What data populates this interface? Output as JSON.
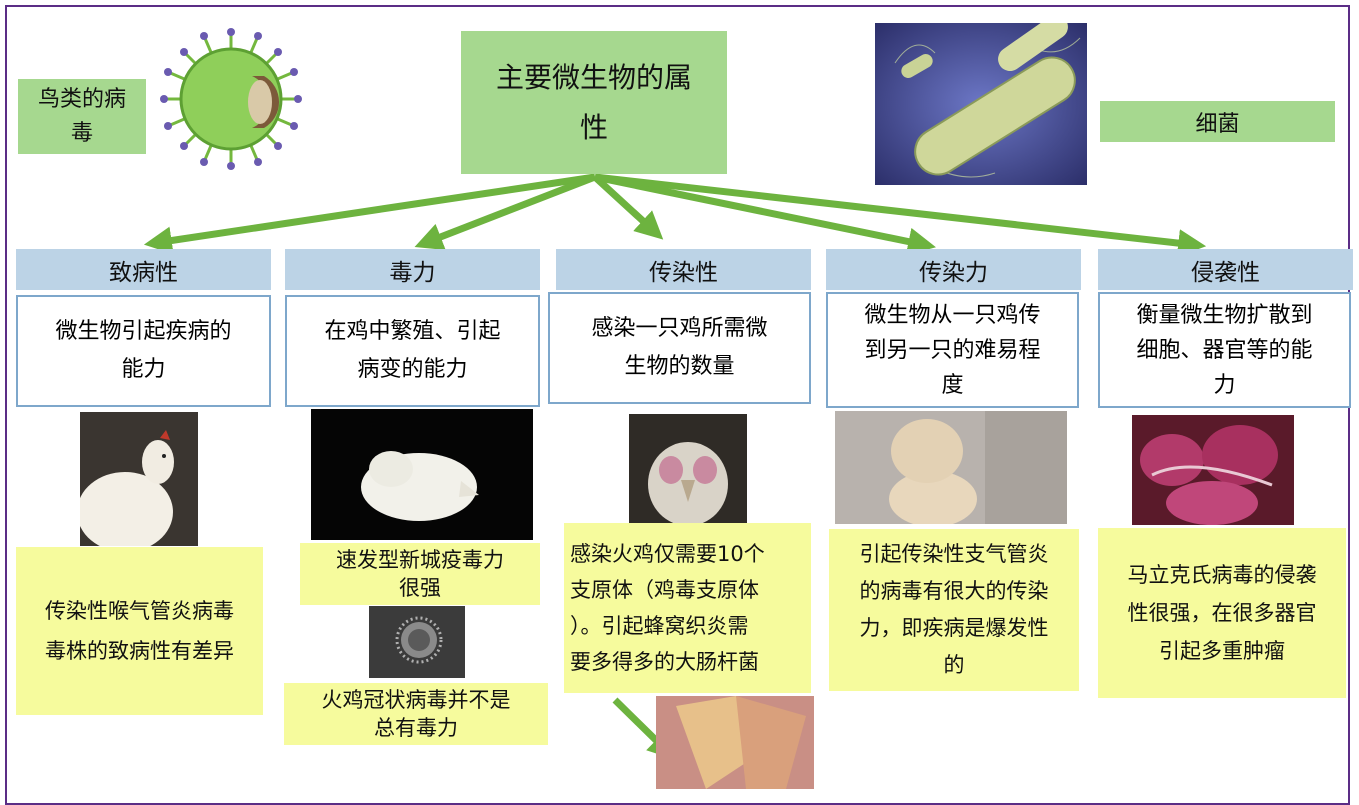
{
  "title": "主要微生物的属\n性",
  "virus_label": "鸟类的病\n毒",
  "bacteria_label": "细菌",
  "columns": [
    {
      "head": "致病性",
      "desc": "微生物引起疾病的\n能力"
    },
    {
      "head": "毒力",
      "desc": "在鸡中繁殖、引起\n病变的能力"
    },
    {
      "head": "传染性",
      "desc": "感染一只鸡所需微\n生物的数量"
    },
    {
      "head": "传染力",
      "desc": "微生物从一只鸡传\n到另一只的难易程\n度"
    },
    {
      "head": "侵袭性",
      "desc": "衡量微生物扩散到\n细胞、器官等的能\n力"
    }
  ],
  "notes": {
    "col1": "传染性喉气管炎病毒\n毒株的致病性有差异",
    "col2a": "速发型新城疫毒力\n很强",
    "col2b": "火鸡冠状病毒并不是\n总有毒力",
    "col3": "感染火鸡仅需要10个\n支原体（鸡毒支原体\n）。引起蜂窝织炎需\n要多得多的大肠杆菌",
    "col4": "引起传染性支气管炎\n的病毒有很大的传染\n力，即疾病是爆发性\n的",
    "col5": "马立克氏病毒的侵袭\n性很强，在很多器官\n引起多重肿瘤"
  },
  "colors": {
    "green": "#a6d88f",
    "arrow": "#6db33f",
    "head": "#bcd3e6",
    "border": "#7ea7cb",
    "yellow": "#f6fb9d",
    "frame": "#5b2d86"
  }
}
